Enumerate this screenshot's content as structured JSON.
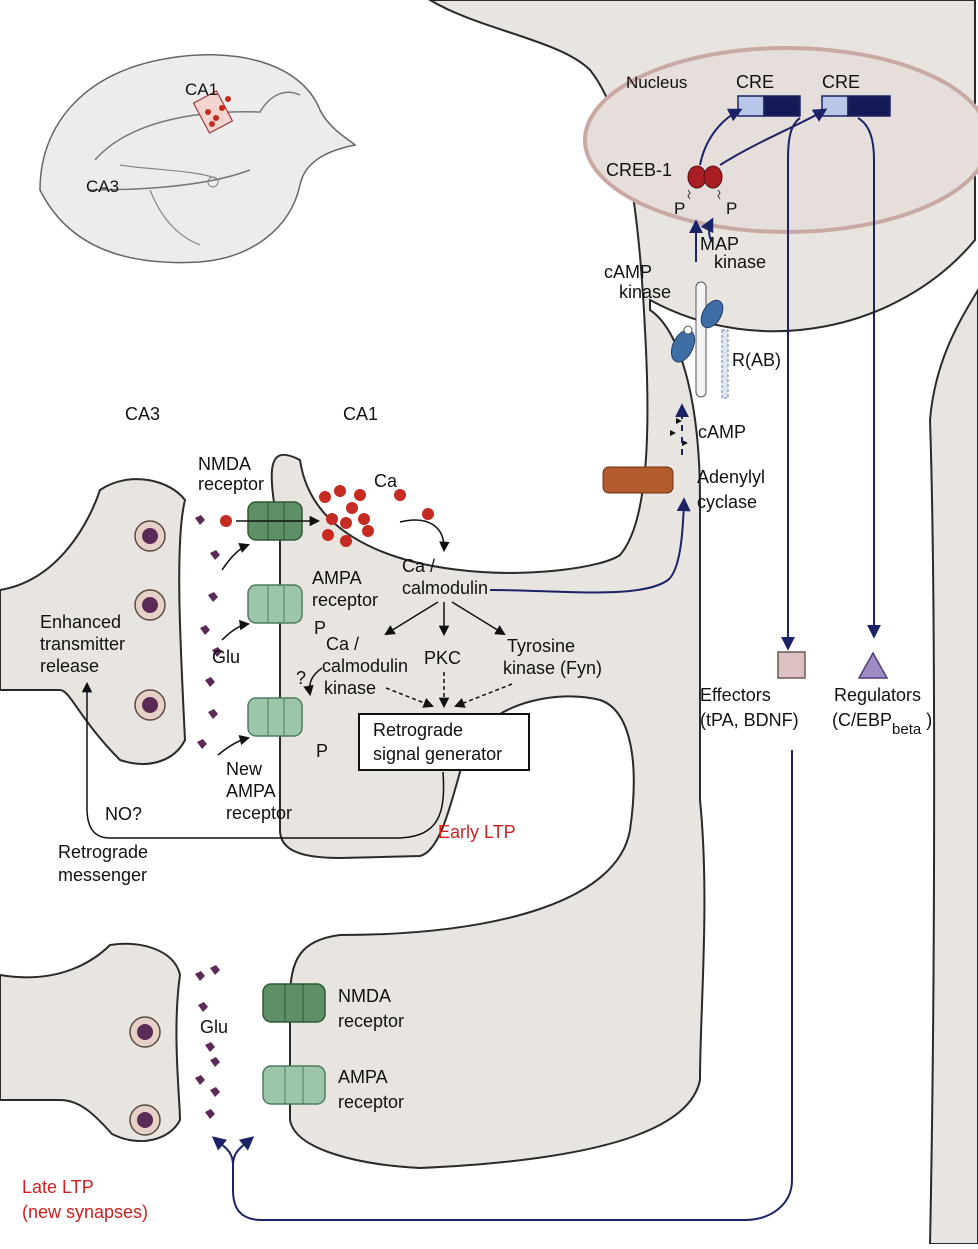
{
  "brain_inset": {
    "ca1": "CA1",
    "ca3": "CA3"
  },
  "nucleus": {
    "title": "Nucleus",
    "cre_left": "CRE",
    "cre_right": "CRE",
    "creb": "CREB-1",
    "p_left": "P",
    "p_right": "P"
  },
  "kinases": {
    "map_line1": "MAP",
    "map_line2": "kinase",
    "camp_k_line1": "cAMP",
    "camp_k_line2": "kinase",
    "rab": "R(AB)"
  },
  "camp": "cAMP",
  "adenylyl": {
    "line1": "Adenylyl",
    "line2": "cyclase"
  },
  "early": {
    "ca3": "CA3",
    "ca1": "CA1",
    "nmda": {
      "line1": "NMDA",
      "line2": "receptor"
    },
    "ca_ion": "Ca",
    "ca_calmodulin": {
      "line1": "Ca /",
      "line2": "calmodulin"
    },
    "ampa": {
      "line1": "AMPA",
      "line2": "receptor"
    },
    "p_ampa": "P",
    "glu": "Glu",
    "enhanced": {
      "line1": "Enhanced",
      "line2": "transmitter",
      "line3": "release"
    },
    "camk": {
      "line1": "Ca /",
      "line2": "calmodulin",
      "line3": "kinase"
    },
    "pkc": "PKC",
    "tyrosine": {
      "line1": "Tyrosine",
      "line2": "kinase (Fyn)"
    },
    "question": "?",
    "retro_gen": {
      "line1": "Retrograde",
      "line2": "signal generator"
    },
    "new_ampa": {
      "line1": "New",
      "line2": "AMPA",
      "line3": "receptor"
    },
    "p_new": "P",
    "no": "NO?",
    "retro_msg": {
      "line1": "Retrograde",
      "line2": "messenger"
    },
    "early_ltp": "Early LTP"
  },
  "effectors": {
    "line1": "Effectors",
    "line2": "(tPA, BDNF)"
  },
  "regulators": {
    "line1": "Regulators",
    "line2_main": "(C/EBP",
    "line2_sub": "beta",
    "line2_end": " )"
  },
  "late": {
    "glu": "Glu",
    "nmda": {
      "line1": "NMDA",
      "line2": "receptor"
    },
    "ampa": {
      "line1": "AMPA",
      "line2": "receptor"
    },
    "late_ltp": {
      "line1": "Late LTP",
      "line2": "(new synapses)"
    }
  },
  "colors": {
    "cell_fill": "#e8e4df",
    "arrow_navy": "#1c2266",
    "nmda_green": "#5e8f66",
    "ampa_green": "#9cc5aa",
    "calcium_red": "#c62b22",
    "glu_purple": "#5b2b57",
    "adenylyl_brown": "#b35b2d",
    "early_ltp_red": "#d01f1f",
    "late_ltp_red": "#d01f1f"
  }
}
